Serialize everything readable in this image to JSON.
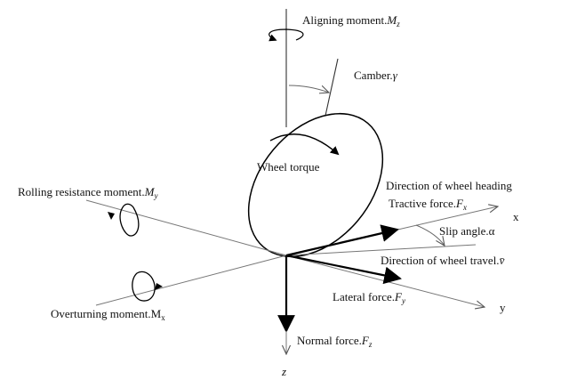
{
  "labels": {
    "aligning_moment": "Aligning moment.",
    "aligning_moment_symbol": "M",
    "aligning_moment_sub": "z",
    "camber": "Camber.",
    "camber_symbol": "γ",
    "wheel_torque": "Wheel torque",
    "direction_heading": "Direction of wheel heading",
    "tractive_force": "Tractive force.",
    "tractive_force_symbol": "F",
    "tractive_force_sub": "x",
    "axis_x": "x",
    "slip_angle": "Slip angle.α",
    "direction_travel": "Direction of wheel travel.",
    "direction_travel_symbol": "v̄",
    "rolling_resistance": "Rolling resistance moment.",
    "rolling_resistance_symbol": "M",
    "rolling_resistance_sub": "y",
    "lateral_force": "Lateral force.",
    "lateral_force_symbol": "F",
    "lateral_force_sub": "y",
    "axis_y": "y",
    "overturning": "Overturning moment.M",
    "overturning_sub": "x",
    "normal_force": "Normal force.",
    "normal_force_symbol": "F",
    "normal_force_sub": "z",
    "axis_z": "z"
  }
}
